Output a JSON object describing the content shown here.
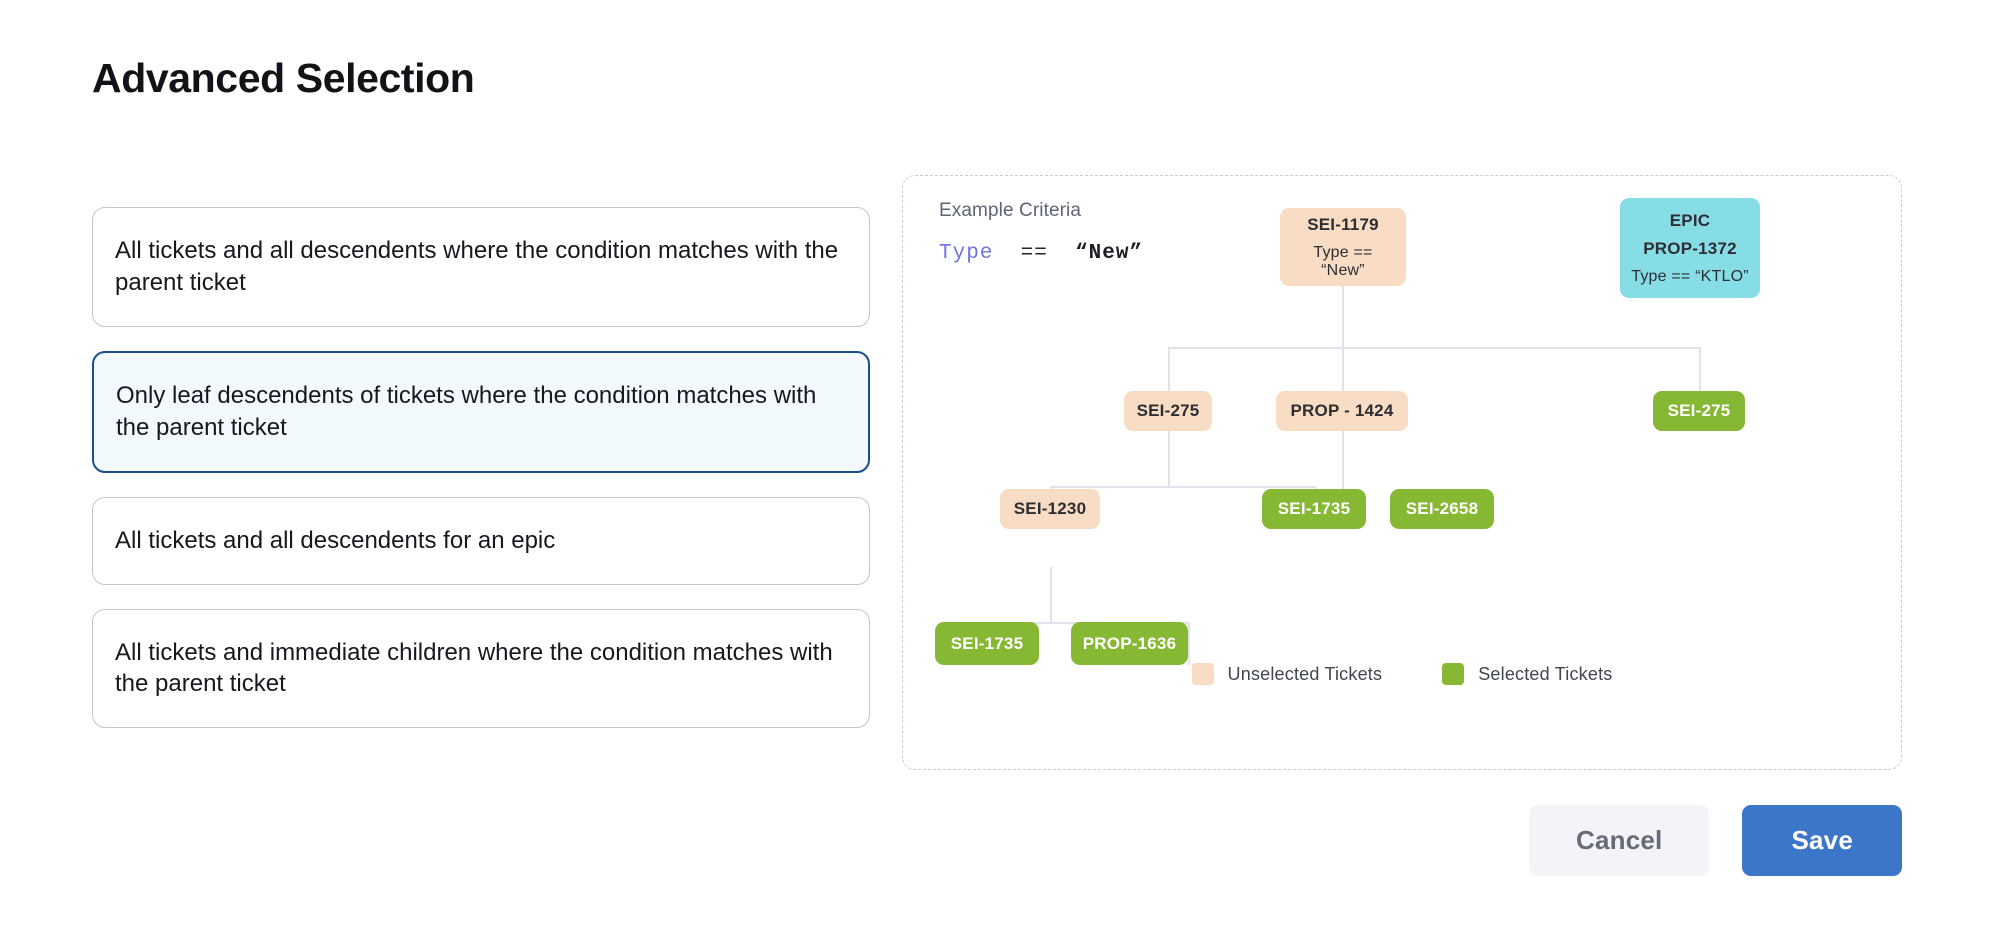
{
  "page": {
    "title": "Advanced Selection"
  },
  "options": [
    {
      "id": "all-descendents-condition",
      "label": "All tickets and all descendents where the condition matches with the parent ticket",
      "selected": false
    },
    {
      "id": "leaf-descendents-condition",
      "label": "Only leaf descendents of tickets where the condition matches with the parent ticket",
      "selected": true
    },
    {
      "id": "all-descendents-epic",
      "label": "All tickets and all descendents for an epic",
      "selected": false
    },
    {
      "id": "immediate-children-condition",
      "label": "All tickets and immediate children where the condition matches with the parent ticket",
      "selected": false
    }
  ],
  "diagram": {
    "criteria_label": "Example Criteria",
    "criteria": {
      "field": "Type",
      "operator": "==",
      "value": "“New”"
    },
    "nodes": [
      {
        "id": "sei-1179",
        "title": "SEI-1179",
        "sub": "Type == “New”",
        "state": "unselected"
      },
      {
        "id": "epic-prop-1372",
        "title": "EPIC",
        "sub2": "PROP-1372",
        "sub": "Type == “KTLO”",
        "state": "epic"
      },
      {
        "id": "sei-275-a",
        "title": "SEI-275",
        "state": "unselected"
      },
      {
        "id": "prop-1424",
        "title": "PROP - 1424",
        "state": "unselected"
      },
      {
        "id": "sei-275-b",
        "title": "SEI-275",
        "state": "selected"
      },
      {
        "id": "sei-1230",
        "title": "SEI-1230",
        "state": "unselected"
      },
      {
        "id": "sei-1735-a",
        "title": "SEI-1735",
        "state": "selected"
      },
      {
        "id": "sei-2658",
        "title": "SEI-2658",
        "state": "selected"
      },
      {
        "id": "sei-1735-b",
        "title": "SEI-1735",
        "state": "selected"
      },
      {
        "id": "prop-1636",
        "title": "PROP-1636",
        "state": "selected"
      }
    ],
    "legend": [
      {
        "id": "unselected",
        "label": "Unselected Tickets",
        "color": "#f8dcc3"
      },
      {
        "id": "selected",
        "label": "Selected Tickets",
        "color": "#86b833"
      }
    ]
  },
  "footer": {
    "cancel_label": "Cancel",
    "save_label": "Save"
  },
  "colors": {
    "accent_blue": "#3c76c8",
    "selected_border": "#1b4e8e",
    "selected_bg": "#f1f9fd",
    "unselected_node": "#f8dcc3",
    "selected_node": "#86b833",
    "epic_node": "#87dde6",
    "edge": "#e2e3ea"
  }
}
